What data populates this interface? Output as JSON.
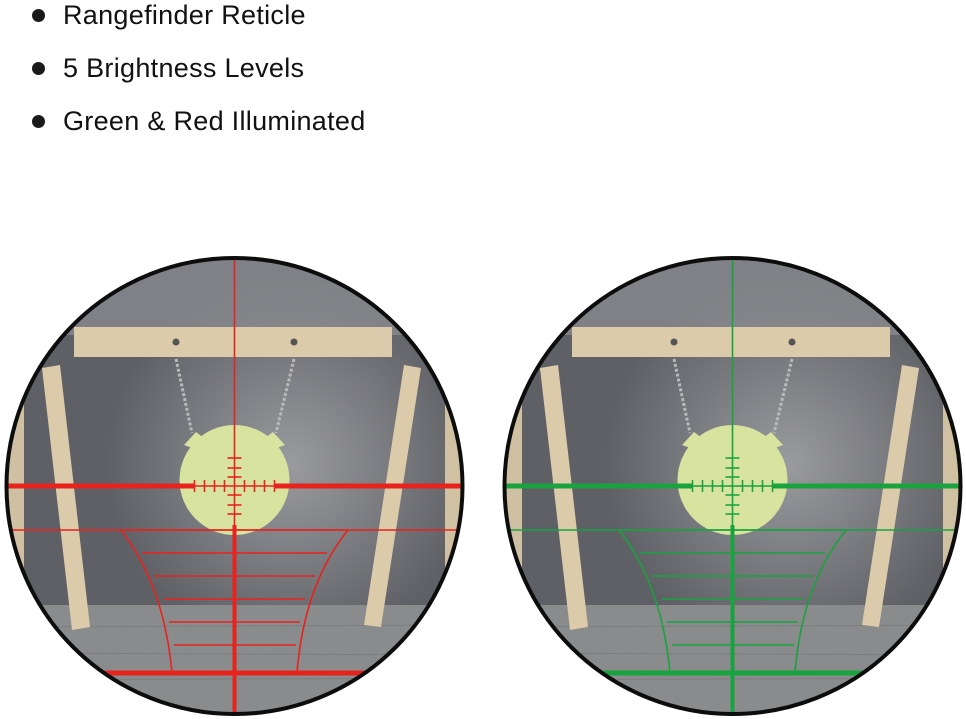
{
  "features": [
    {
      "label": "Rangefinder Reticle"
    },
    {
      "label": "5 Brightness Levels"
    },
    {
      "label": "Green & Red Illuminated"
    }
  ],
  "scopes": [
    {
      "name": "red-illuminated-view",
      "reticle_color": "#e8221c"
    },
    {
      "name": "green-illuminated-view",
      "reticle_color": "#19a33e"
    }
  ],
  "scene": {
    "wall_color": "#5f6065",
    "floor_color": "#8a8b8d",
    "wood_color": "#dccbaa",
    "target_color": "#d9e3a0",
    "rim_color": "#0d0d0d"
  }
}
